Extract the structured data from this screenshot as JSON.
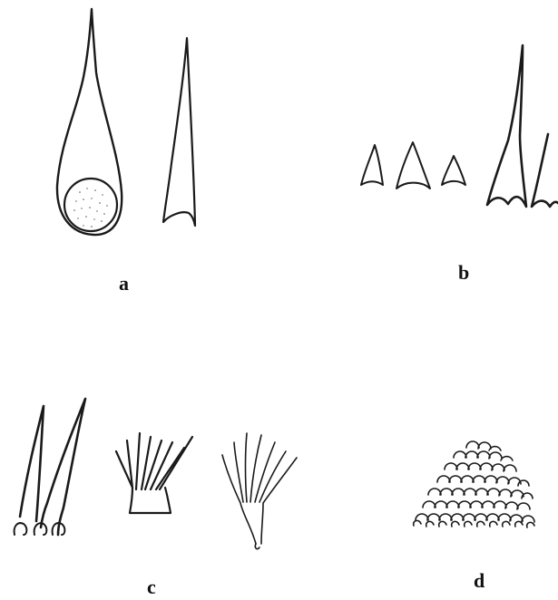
{
  "panels": [
    {
      "label": "a",
      "shape": "long-spine-and-seta"
    },
    {
      "label": "b",
      "shape": "triangular-spines"
    },
    {
      "label": "c",
      "shape": "forked-and-comb-scales"
    },
    {
      "label": "d",
      "shape": "clustered-granules"
    }
  ],
  "colors": {
    "ink": "#1a1a1a",
    "background": "#ffffff"
  }
}
